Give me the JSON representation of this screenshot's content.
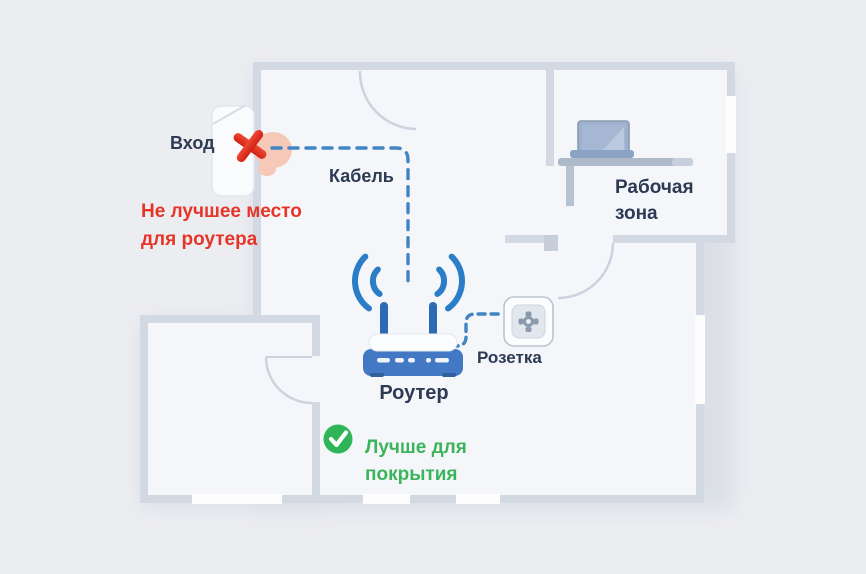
{
  "diagram": {
    "labels": {
      "entrance": "Вход",
      "cable": "Кабель",
      "bad_place_line1": "Не лучшее место",
      "bad_place_line2": "для роутера",
      "router": "Роутер",
      "socket": "Розетка",
      "work_area_line1": "Рабочая",
      "work_area_line2": "зона",
      "good_place_line1": "Лучше для",
      "good_place_line2": "покрытия"
    },
    "colors": {
      "negative_red": "#e63528",
      "positive_green": "#3cb45c",
      "cable_blue": "#4285c4",
      "router_blue": "#4379c4",
      "label_navy": "#2c3a54",
      "wall_gray": "#d3d9e3",
      "background": "#ecedf1",
      "room_fill": "#f4f6f9"
    }
  }
}
